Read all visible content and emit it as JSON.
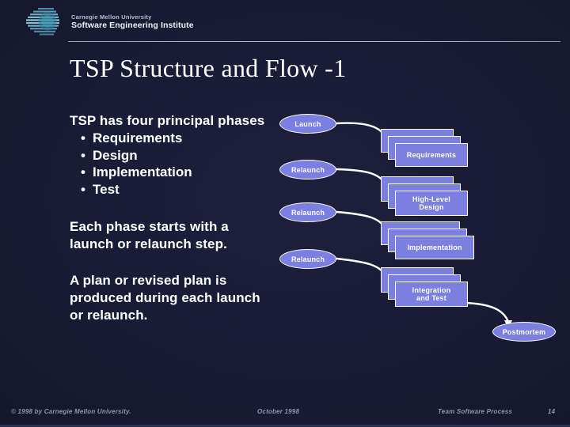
{
  "slide": {
    "title": "TSP Structure and Flow -1",
    "background_color": "#1a1c36",
    "accent_color": "#7b7fe0"
  },
  "header": {
    "logo_icon": "sei-sphere-logo-icon",
    "org_line1": "Carnegie Mellon University",
    "org_line2": "Software Engineering Institute"
  },
  "body": {
    "paragraph_1": "TSP has four principal phases",
    "bullets": [
      {
        "marker": "•",
        "label": "Requirements"
      },
      {
        "marker": "•",
        "label": "Design"
      },
      {
        "marker": "•",
        "label": "Implementation"
      },
      {
        "marker": "•",
        "label": "Test"
      }
    ],
    "paragraph_2": "Each phase starts with a launch or relaunch step.",
    "paragraph_3": "A plan or revised plan is produced during each launch or relaunch."
  },
  "diagram": {
    "ovals": [
      {
        "label": "Launch"
      },
      {
        "label": "Relaunch"
      },
      {
        "label": "Relaunch"
      },
      {
        "label": "Relaunch"
      },
      {
        "label": "Postmortem"
      }
    ],
    "stacks": [
      {
        "label": "Requirements"
      },
      {
        "label": "High-Level Design"
      },
      {
        "label": "Implementation"
      },
      {
        "label": "Integration and Test"
      }
    ],
    "stack_labels": {
      "requirements": "Requirements",
      "high_level_design_line1": "High-Level",
      "high_level_design_line2": "Design",
      "implementation": "Implementation",
      "integration_line1": "Integration",
      "integration_line2": "and Test"
    }
  },
  "footer": {
    "copyright": "© 1998 by Carnegie Mellon University.",
    "date": "October 1998",
    "course": "Team Software Process",
    "page_number": "14"
  }
}
